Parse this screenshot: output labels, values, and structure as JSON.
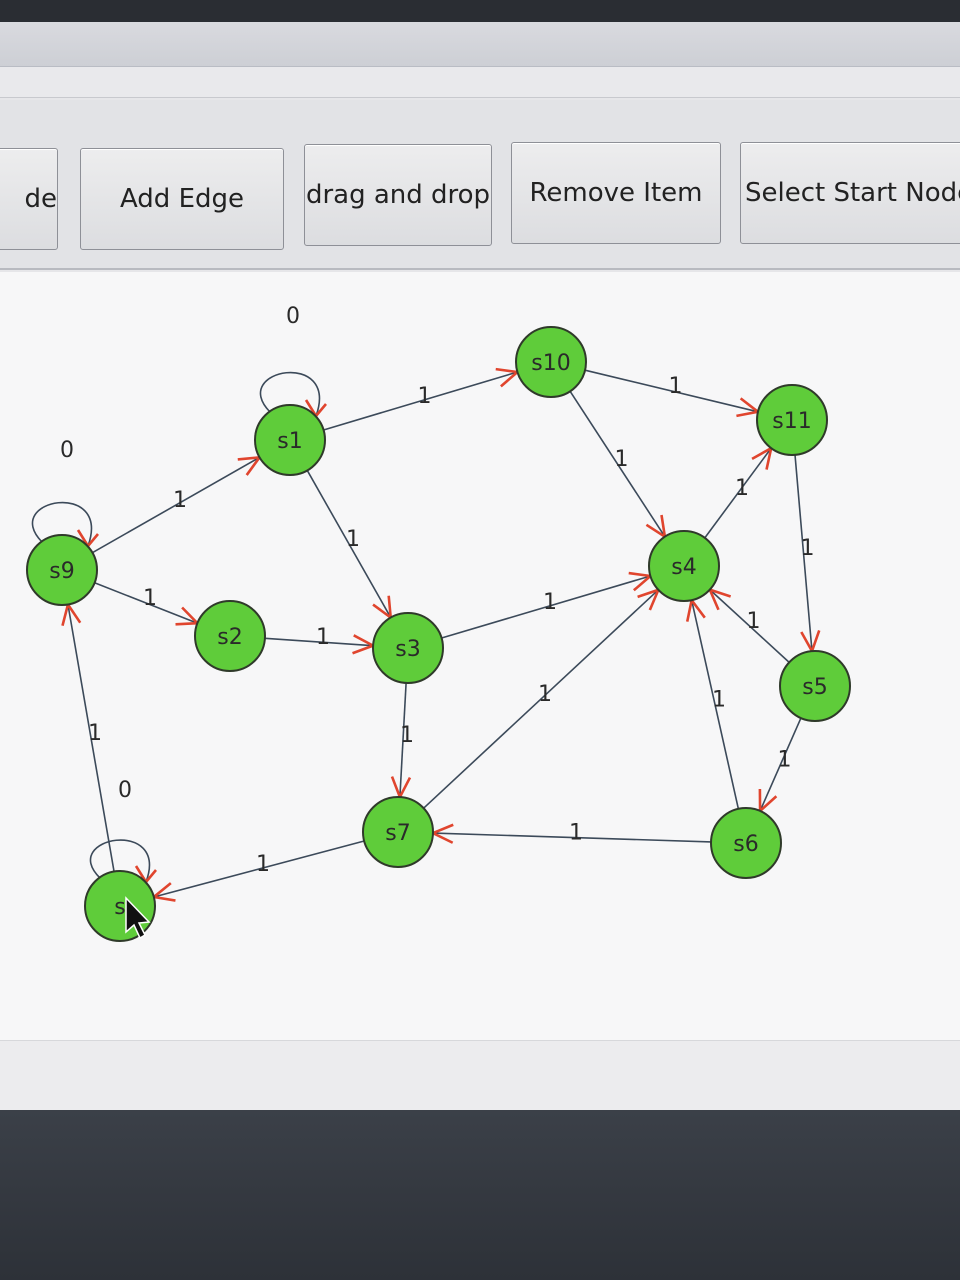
{
  "toolbar": {
    "buttons": [
      {
        "id": "add-node",
        "label": "de"
      },
      {
        "id": "add-edge",
        "label": "Add Edge"
      },
      {
        "id": "drag-drop",
        "label": "drag and drop"
      },
      {
        "id": "remove-item",
        "label": "Remove Item"
      },
      {
        "id": "select-start",
        "label": "Select Start Node"
      }
    ]
  },
  "colors": {
    "node_fill": "#5fcc3a",
    "node_stroke": "#2f3a2a",
    "edge_line": "#3c4a5a",
    "arrow": "#e0452e"
  },
  "graph": {
    "nodes": [
      {
        "id": "s1",
        "label": "s1"
      },
      {
        "id": "s2",
        "label": "s2"
      },
      {
        "id": "s3",
        "label": "s3"
      },
      {
        "id": "s4",
        "label": "s4"
      },
      {
        "id": "s5",
        "label": "s5"
      },
      {
        "id": "s6",
        "label": "s6"
      },
      {
        "id": "s7",
        "label": "s7"
      },
      {
        "id": "s8",
        "label": "s"
      },
      {
        "id": "s9",
        "label": "s9"
      },
      {
        "id": "s10",
        "label": "s10"
      },
      {
        "id": "s11",
        "label": "s11"
      }
    ],
    "edges": [
      {
        "from": "s9",
        "to": "s1",
        "label": "1"
      },
      {
        "from": "s1",
        "to": "s10",
        "label": "1"
      },
      {
        "from": "s10",
        "to": "s11",
        "label": "1"
      },
      {
        "from": "s10",
        "to": "s4",
        "label": "1"
      },
      {
        "from": "s1",
        "to": "s3",
        "label": "1"
      },
      {
        "from": "s9",
        "to": "s2",
        "label": "1"
      },
      {
        "from": "s2",
        "to": "s3",
        "label": "1"
      },
      {
        "from": "s3",
        "to": "s4",
        "label": "1"
      },
      {
        "from": "s4",
        "to": "s11",
        "label": "1"
      },
      {
        "from": "s11",
        "to": "s5",
        "label": "1"
      },
      {
        "from": "s5",
        "to": "s4",
        "label": "1"
      },
      {
        "from": "s6",
        "to": "s4",
        "label": "1"
      },
      {
        "from": "s5",
        "to": "s6",
        "label": "1"
      },
      {
        "from": "s3",
        "to": "s7",
        "label": "1"
      },
      {
        "from": "s7",
        "to": "s4",
        "label": "1"
      },
      {
        "from": "s6",
        "to": "s7",
        "label": "1"
      },
      {
        "from": "s7",
        "to": "s8",
        "label": "1"
      },
      {
        "from": "s8",
        "to": "s9",
        "label": "1"
      }
    ],
    "self_loops": [
      {
        "node": "s1",
        "label": "0"
      },
      {
        "node": "s9",
        "label": "0"
      },
      {
        "node": "s8",
        "label": "0"
      }
    ]
  }
}
